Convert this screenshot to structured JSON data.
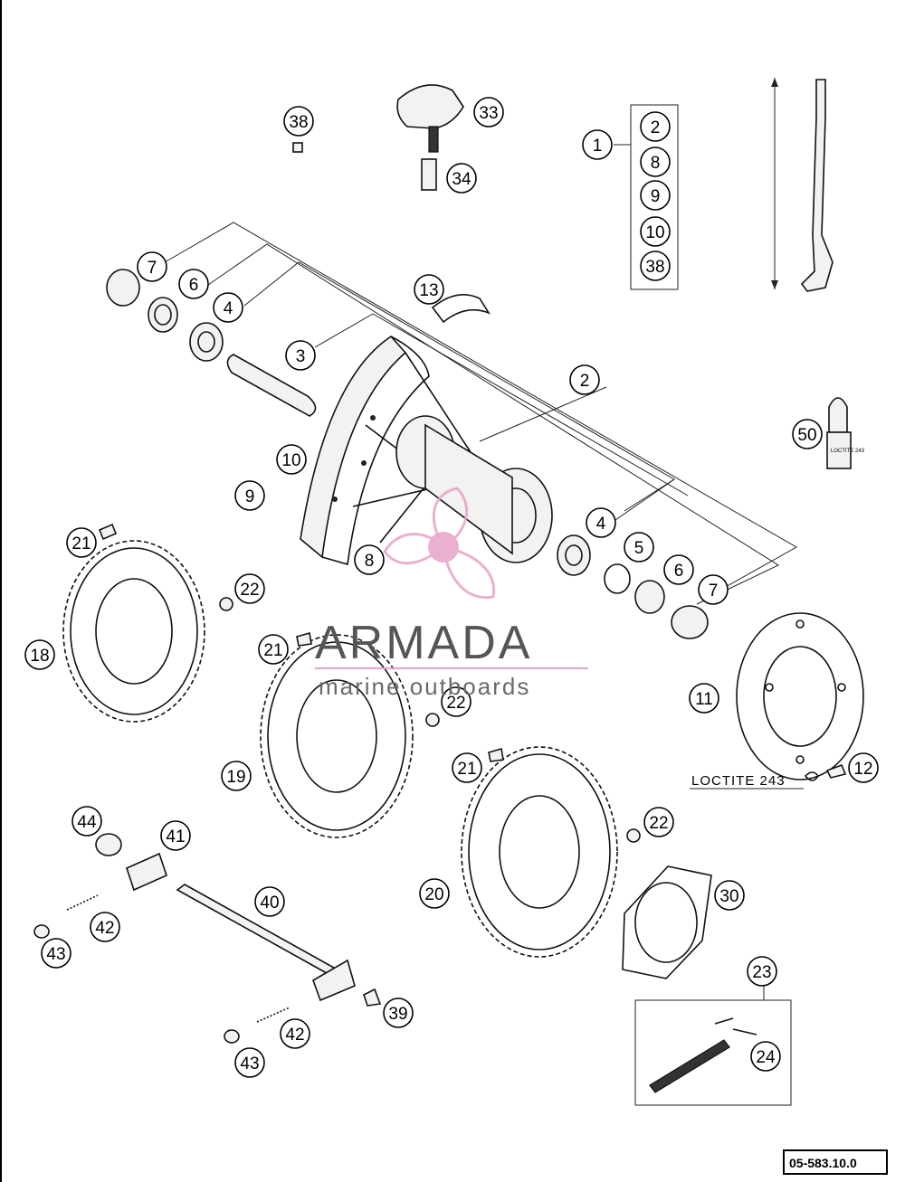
{
  "diagram": {
    "callouts": [
      "1",
      "2",
      "3",
      "4",
      "5",
      "6",
      "7",
      "8",
      "9",
      "10",
      "11",
      "12",
      "13",
      "18",
      "19",
      "20",
      "21",
      "22",
      "23",
      "24",
      "30",
      "33",
      "34",
      "38",
      "39",
      "40",
      "41",
      "42",
      "43",
      "44",
      "50"
    ],
    "loctite_label": "LOCTITE 243",
    "loctite_tube_text": "LOCTITE 243",
    "document_number": "05-583.10.0"
  },
  "watermark": {
    "brand": "ARMADA",
    "tagline": "marine outboards",
    "accent_color": "#e8a3c8",
    "text_color": "#555555"
  }
}
